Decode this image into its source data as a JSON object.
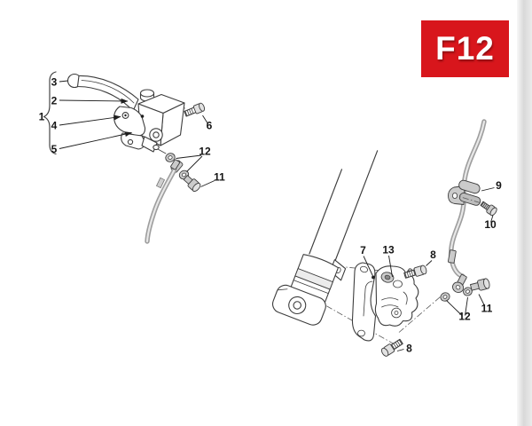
{
  "figure": {
    "code": "F12",
    "badge_color": "#d8161c"
  },
  "callouts": {
    "part1": "1",
    "part2": "2",
    "part3": "3",
    "part4": "4",
    "part5": "5",
    "part6": "6",
    "part7": "7",
    "part8": "8",
    "part9": "9",
    "part10": "10",
    "part11": "11",
    "part12": "12",
    "part13": "13"
  }
}
